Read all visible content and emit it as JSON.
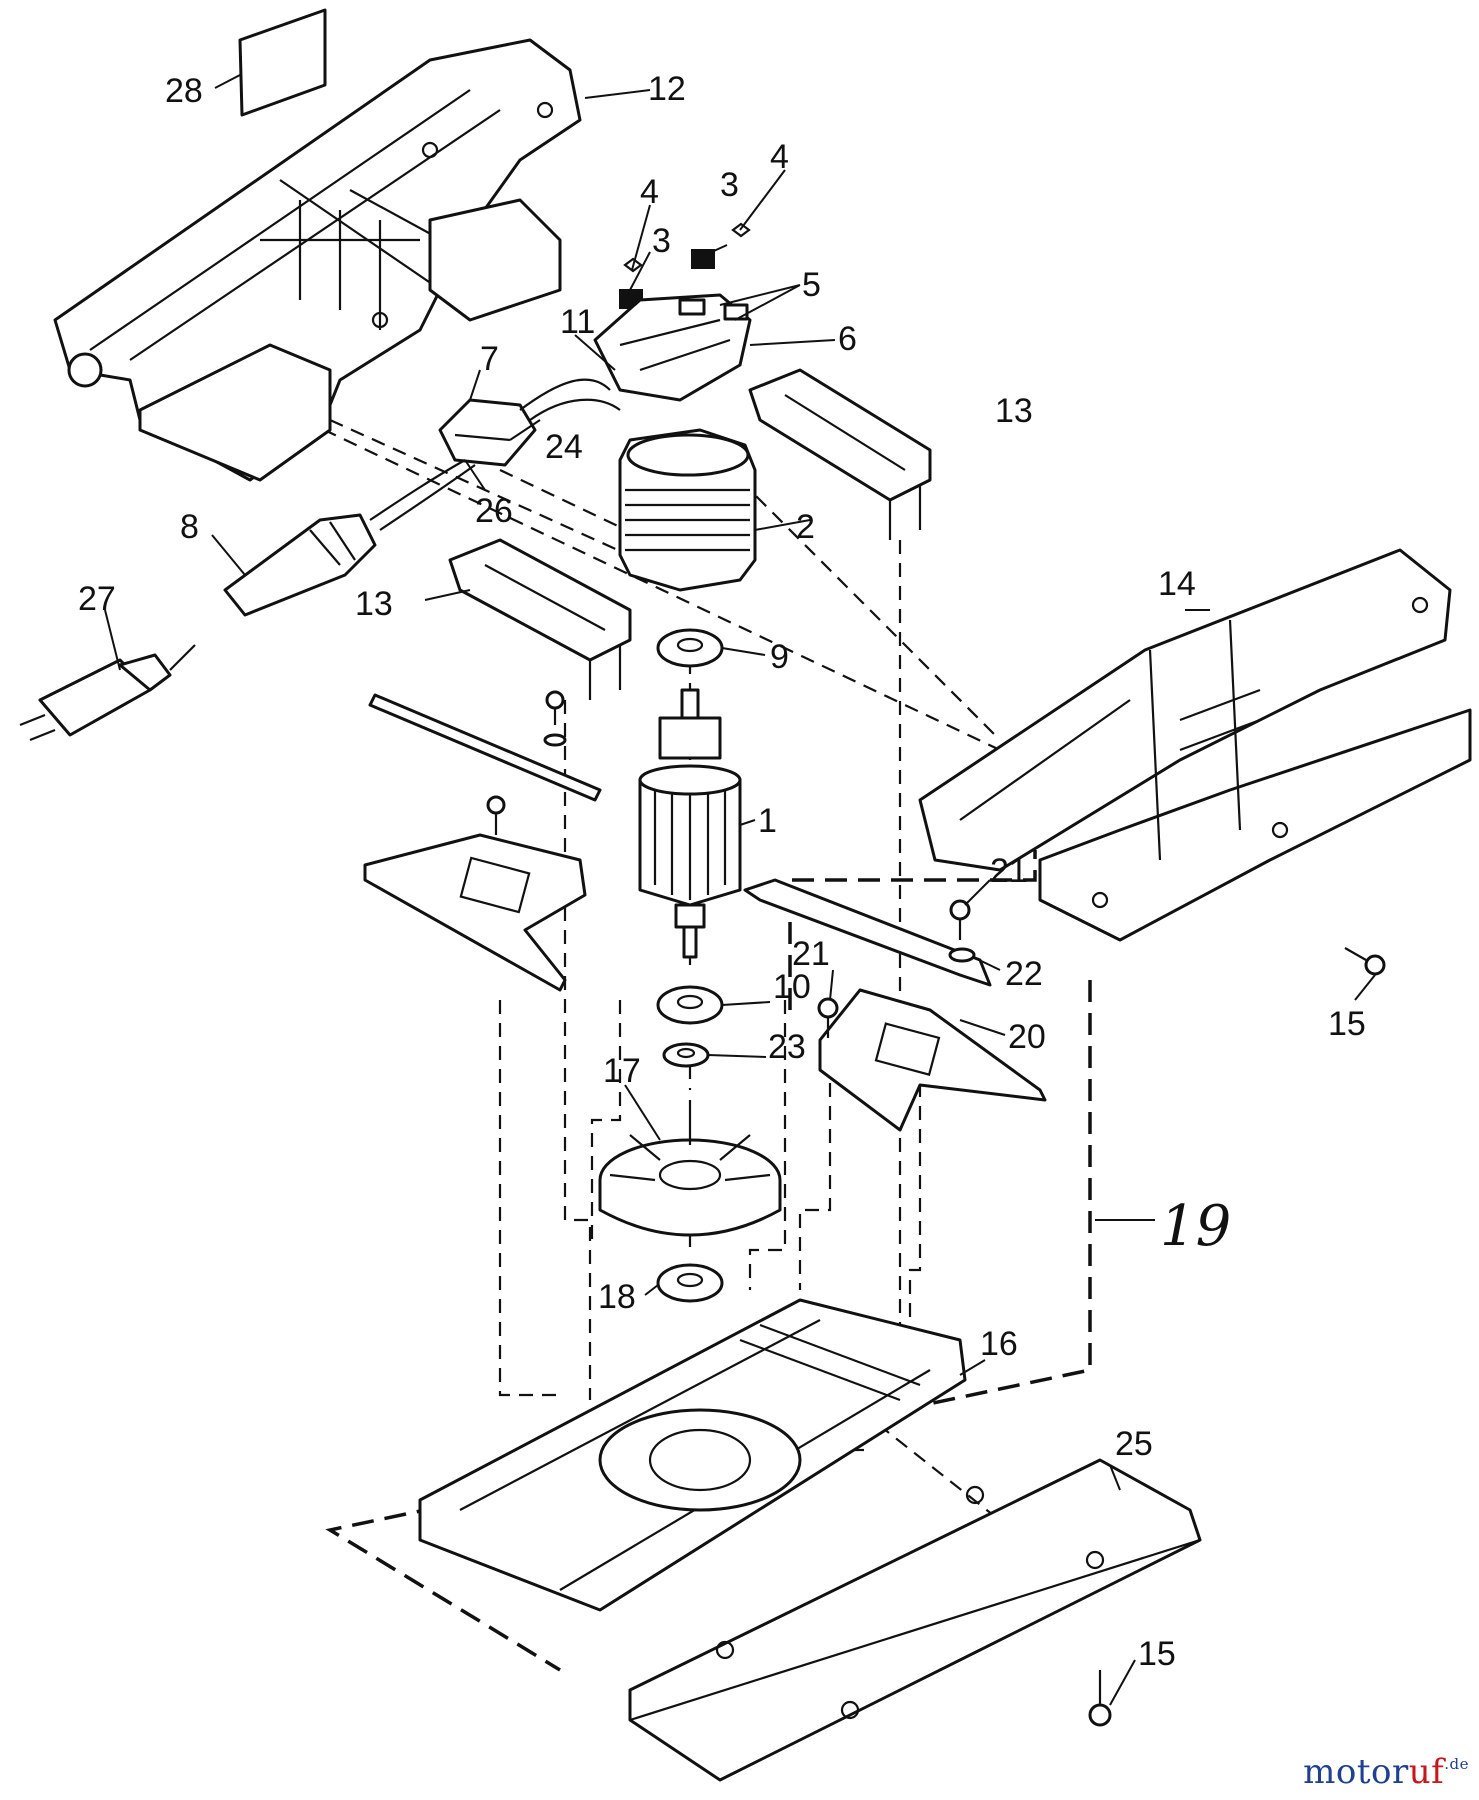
{
  "diagram": {
    "callouts": [
      {
        "key": "28",
        "text": "28"
      },
      {
        "key": "12",
        "text": "12"
      },
      {
        "key": "4a",
        "text": "4"
      },
      {
        "key": "3a",
        "text": "3"
      },
      {
        "key": "4b",
        "text": "4"
      },
      {
        "key": "3b",
        "text": "3"
      },
      {
        "key": "5",
        "text": "5"
      },
      {
        "key": "6",
        "text": "6"
      },
      {
        "key": "11",
        "text": "11"
      },
      {
        "key": "7",
        "text": "7"
      },
      {
        "key": "24",
        "text": "24"
      },
      {
        "key": "13a",
        "text": "13"
      },
      {
        "key": "26",
        "text": "26"
      },
      {
        "key": "2",
        "text": "2"
      },
      {
        "key": "8",
        "text": "8"
      },
      {
        "key": "27",
        "text": "27"
      },
      {
        "key": "13b",
        "text": "13"
      },
      {
        "key": "9",
        "text": "9"
      },
      {
        "key": "14",
        "text": "14"
      },
      {
        "key": "1",
        "text": "1"
      },
      {
        "key": "21a",
        "text": "21"
      },
      {
        "key": "22",
        "text": "22"
      },
      {
        "key": "21b",
        "text": "21"
      },
      {
        "key": "10",
        "text": "10"
      },
      {
        "key": "15a",
        "text": "15"
      },
      {
        "key": "20",
        "text": "20"
      },
      {
        "key": "23",
        "text": "23"
      },
      {
        "key": "17",
        "text": "17"
      },
      {
        "key": "18",
        "text": "18"
      },
      {
        "key": "16",
        "text": "16"
      },
      {
        "key": "25",
        "text": "25"
      },
      {
        "key": "15b",
        "text": "15"
      }
    ],
    "assembly_label": "19"
  },
  "watermark": {
    "main": "motor",
    "accent": "uf",
    "suffix": ".de"
  }
}
